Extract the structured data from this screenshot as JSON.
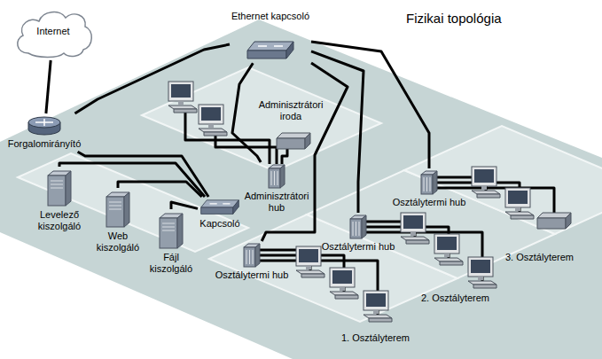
{
  "diagram": {
    "title": "Fizikai topológia",
    "nodes": [
      {
        "text": [
          "Internet"
        ]
      },
      {
        "text": [
          "Ethernet kapcsoló"
        ]
      },
      {
        "text": [
          "Forgalomirányító"
        ]
      },
      {
        "text": [
          "Adminisztrátori hub"
        ]
      },
      {
        "text": [
          "Levelező kiszolgáló"
        ]
      },
      {
        "text": [
          "Osztálytermi hub"
        ]
      },
      {
        "text": [
          "Web kiszolgáló"
        ]
      },
      {
        "text": [
          "Kapcsoló"
        ]
      },
      {
        "text": [
          "Fájl kiszolgáló"
        ]
      },
      {
        "text": [
          "Osztálytermi hub"
        ]
      },
      {
        "text": [
          "Osztálytermi hub"
        ]
      }
    ],
    "edges": [
      {
        "from": 0,
        "to": 2,
        "arrow": "none"
      },
      {
        "from": 2,
        "to": 1,
        "arrow": "none"
      },
      {
        "from": 2,
        "to": 7,
        "arrow": "none"
      },
      {
        "from": 4,
        "to": 7,
        "arrow": "none"
      },
      {
        "from": 6,
        "to": 7,
        "arrow": "none"
      },
      {
        "from": 8,
        "to": 7,
        "arrow": "none"
      },
      {
        "from": 1,
        "to": 3,
        "arrow": "none"
      },
      {
        "from": 1,
        "to": 5,
        "arrow": "none"
      },
      {
        "from": 1,
        "to": 9,
        "arrow": "none"
      },
      {
        "from": 1,
        "to": 10,
        "arrow": "none"
      }
    ],
    "labels": [
      "Adminisztrátori iroda",
      "1. Osztályterem",
      "2. Osztályterem",
      "3. Osztályterem"
    ]
  }
}
